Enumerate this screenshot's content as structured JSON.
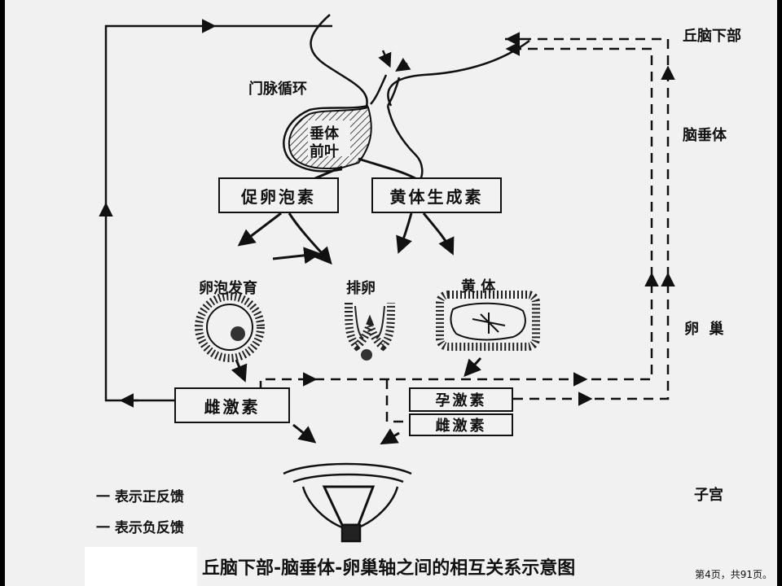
{
  "side_labels": {
    "hypothalamus": "丘脑下部",
    "pituitary": "脑垂体",
    "ovary": "卵  巢",
    "uterus": "子宫"
  },
  "labels": {
    "portal": "门脉循环",
    "anterior_1": "垂体",
    "anterior_2": "前叶",
    "follicle_dev": "卵泡发育",
    "ovulation": "排卵",
    "corpus_luteum": "黄 体"
  },
  "boxes": {
    "fsh": "促卵泡素",
    "lh": "黄体生成素",
    "estrogen": "雌激素",
    "progesterone": "孕激素",
    "estrogen2": "雌激素"
  },
  "legend": {
    "positive": "一 表示正反馈",
    "negative": "一 表示负反馈"
  },
  "caption": "丘脑下部-脑垂体-卵巢轴之间的相互关系示意图",
  "footer": "第4页，共91页。"
}
